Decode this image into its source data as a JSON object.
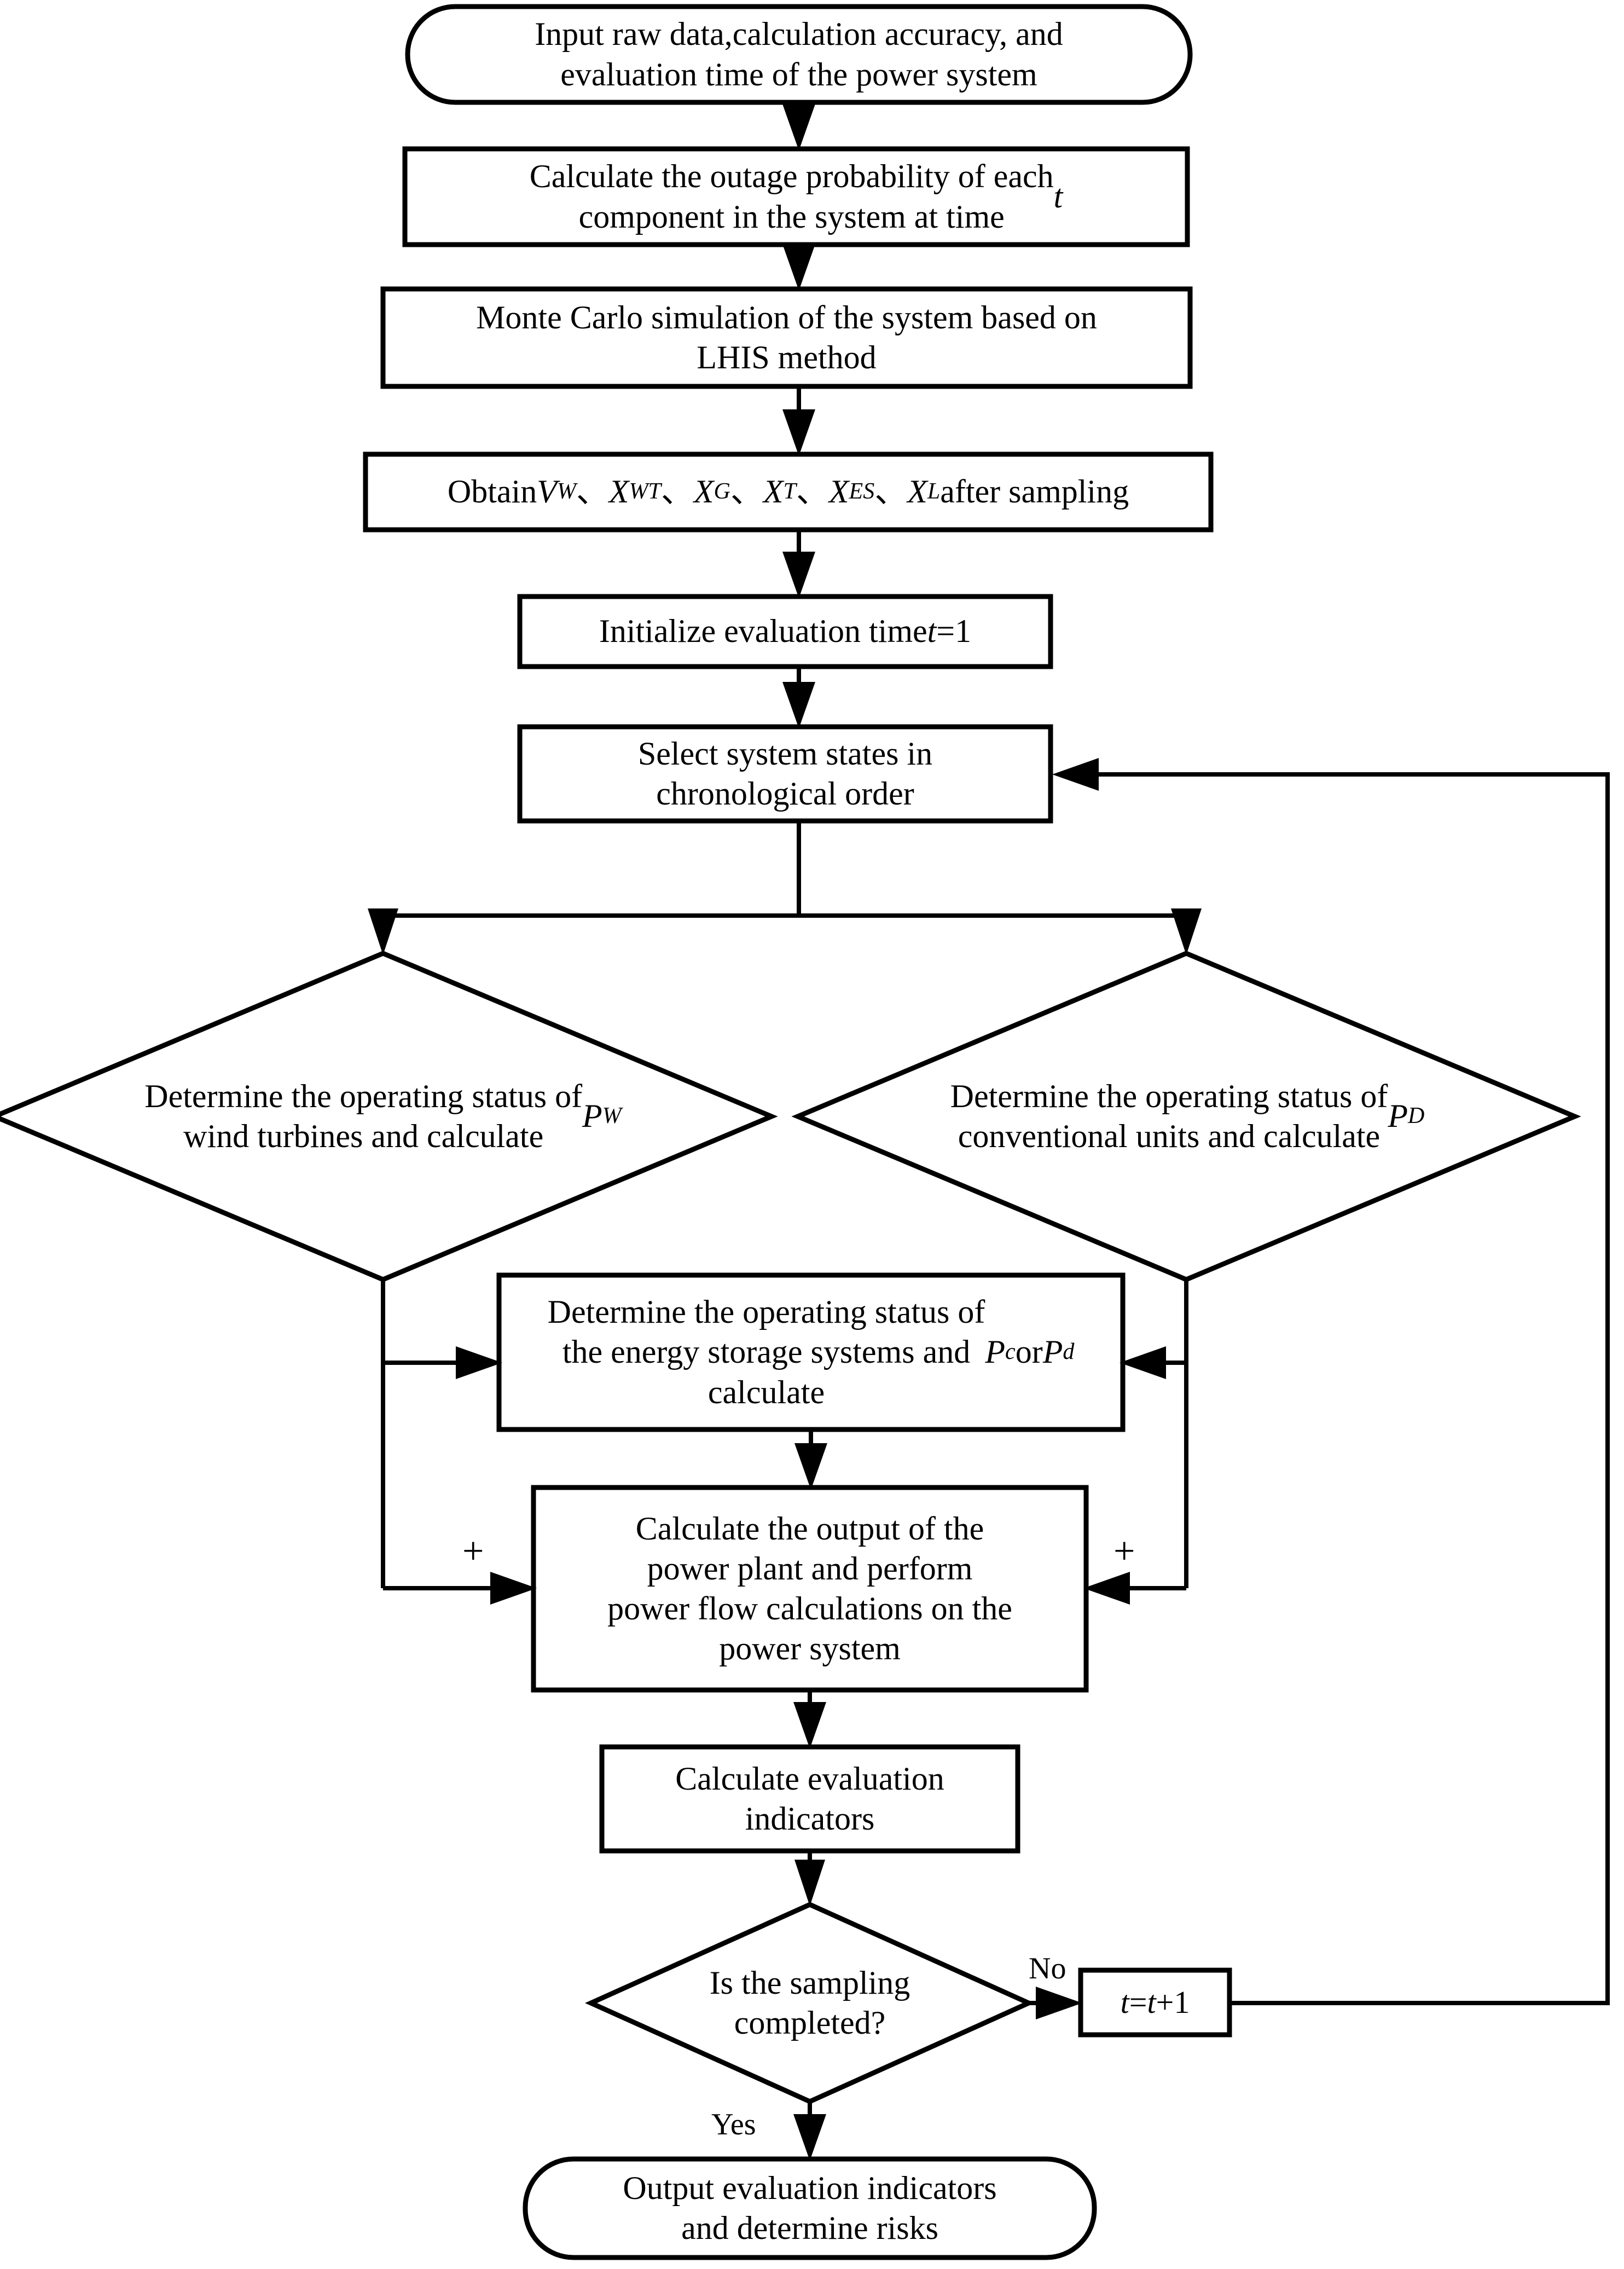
{
  "diagram": {
    "title": "Power system reliability evaluation flowchart",
    "type": "flowchart",
    "background_color": "#ffffff",
    "line_color": "#000000",
    "nodes": [
      {
        "id": "start",
        "shape": "terminator",
        "text": "Input raw data,calculation accuracy, and\nevaluation time of the power system"
      },
      {
        "id": "outage",
        "shape": "process",
        "text": "Calculate the outage probability of each\ncomponent in the system at time t"
      },
      {
        "id": "montecarlo",
        "shape": "process",
        "text": "Monte Carlo simulation of the system based on\nLHIS method"
      },
      {
        "id": "obtain",
        "shape": "process",
        "text": "ObtainVW、XWT、XG、XT、XES、XL after sampling"
      },
      {
        "id": "initialize",
        "shape": "process",
        "text": "Initialize evaluation time t=1"
      },
      {
        "id": "select",
        "shape": "process",
        "text": "Select system states in\nchronological order"
      },
      {
        "id": "wind",
        "shape": "decision",
        "text": "Determine the operating status of\nwind turbines and calculate PW"
      },
      {
        "id": "conventional",
        "shape": "decision",
        "text": "Determine the operating status of\nconventional units and calculate PD"
      },
      {
        "id": "storage",
        "shape": "process",
        "text": "Determine the operating status of\nthe energy storage systems and\ncalculate  Pc or Pd"
      },
      {
        "id": "powerflow",
        "shape": "process",
        "text": "Calculate the output of the\npower plant and perform\npower flow calculations on the\npower system"
      },
      {
        "id": "indicators",
        "shape": "process",
        "text": "Calculate evaluation\nindicators"
      },
      {
        "id": "sampling",
        "shape": "decision",
        "text": "Is the sampling\ncompleted?"
      },
      {
        "id": "increment",
        "shape": "process",
        "text": "t=t+1"
      },
      {
        "id": "end",
        "shape": "terminator",
        "text": "Output evaluation indicators\nand determine risks"
      }
    ],
    "edge_labels": {
      "no": "No",
      "yes": "Yes",
      "plus_left": "+",
      "plus_right": "+"
    }
  }
}
